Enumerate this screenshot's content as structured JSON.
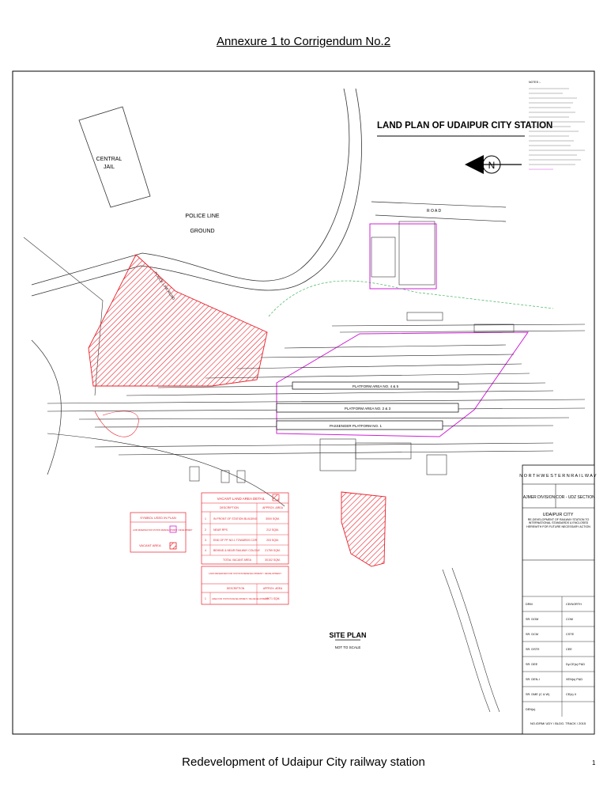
{
  "header": {
    "title": "Annexure 1 to Corrigendum No.2"
  },
  "footer": {
    "caption": "Redevelopment of Udaipur City railway station",
    "page_number": "1"
  },
  "plan": {
    "title": "LAND PLAN OF UDAIPUR CITY STATION",
    "north_label": "N",
    "areas": {
      "central_jail": [
        "CENTRAL",
        "JAIL"
      ],
      "police_line_ground": [
        "POLICE LINE",
        "GROUND"
      ],
      "police_line_road": "POLICE LINE ROAD",
      "road": "R O A D"
    },
    "platforms": {
      "platform_4_5": "PLATFORM AREA NO. 4 & 5",
      "platform_2_3": "PLATFORM AREA NO. 2 & 3",
      "platform_1": "PASSENGER PLATFORM NO. 1"
    },
    "site_plan": {
      "title": "SITE PLAN",
      "subtitle": "NOT TO SCALE"
    },
    "legend": {
      "title": "SYMBOL USED IN PLAN",
      "items": [
        "LAND RESERVED FOR STATION REDEVELOPMENT / DEVELOPMENT",
        "VACANT AREA"
      ]
    },
    "vacant_land": {
      "title": "VACANT LAND AREA DETAIL",
      "columns": [
        "",
        "DESCRIPTION",
        "APPROX. AREA"
      ],
      "rows": [
        [
          "1",
          "IN FRONT OF STATION BUILDING",
          "3000 SQM."
        ],
        [
          "2",
          "NEAR RPS",
          "212 SQM."
        ],
        [
          "3",
          "END OF PF NO.1 TOWARDS COR",
          "203 SQM."
        ],
        [
          "4",
          "BEHIND & NEAR RAILWAY COLONY",
          "21759 SQM."
        ],
        [
          "",
          "TOTAL VACANT AREA",
          "30102 SQM."
        ]
      ],
      "reserved_title": "LAND RESERVED FOR STATION REDEVELOPMENT / DEVELOPMENT",
      "reserved_columns": [
        "",
        "DESCRIPTION",
        "APPROX. AREA"
      ],
      "reserved_rows": [
        [
          "1",
          "AREA FOR STATION DEVELOPMENT / RE-DEVELOPMENT",
          "19071 SQM."
        ]
      ]
    },
    "title_block": {
      "railway": "N O R T H   W E S T E R N   R A I L W A Y",
      "division": "AJMER DIVISION",
      "section": "COR - UDZ SECTION",
      "station": "UDAIPUR CITY",
      "description": "RE-DEVELOPMENT OF RAILWAY STATION TO INTERNATIONAL STANDARDS & ENCLOSED HEREWITH FOR FUTURE NECESSARY ACTION",
      "sign_rows": [
        [
          "DRM",
          "CE/NORTH"
        ],
        [
          "SR. DOM",
          "COM"
        ],
        [
          "SR. DCM",
          "CSTE"
        ],
        [
          "SR. DSTE",
          "CEE"
        ],
        [
          "SR. DEE",
          "Dy.CE(s) P&D"
        ],
        [
          "SR. DEN-I",
          "XEN(s) P&D"
        ],
        [
          "SR. DME (C & W)",
          "CE(s) II"
        ],
        [
          "DEN(s)",
          ""
        ]
      ],
      "drawing_no": "NO./DRM/ UDY / BLDG. TRACK / 2015"
    },
    "notes_title": "NOTES :-"
  },
  "colors": {
    "hatch": "#e8202a",
    "reserved": "#d020d8",
    "track": "#222222",
    "future": "#22a844"
  }
}
